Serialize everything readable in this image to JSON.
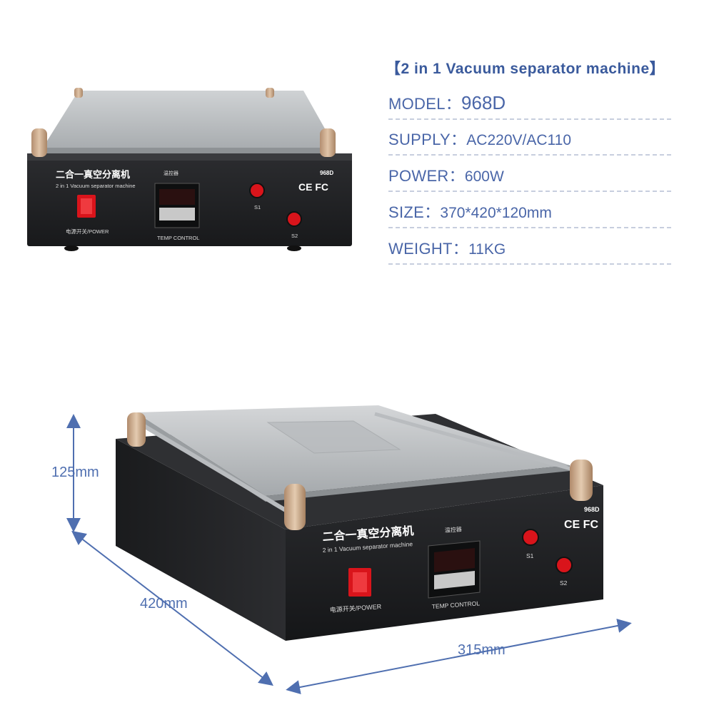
{
  "spec": {
    "title": "【2 in 1 Vacuum separator machine】",
    "rows": [
      {
        "label": "MODEL：",
        "value": "968D"
      },
      {
        "label": "SUPPLY：",
        "value": "AC220V/AC110"
      },
      {
        "label": "POWER：",
        "value": "600W"
      },
      {
        "label": "SIZE：",
        "value": "370*420*120mm"
      },
      {
        "label": "WEIGHT：",
        "value": "11KG"
      }
    ]
  },
  "machine": {
    "name_cn": "二合一真空分离机",
    "name_en": "2 in 1 Vacuum separator machine",
    "temp_cn": "温控器",
    "model": "968D",
    "certs": "CE FC",
    "power_label": "电源开关/POWER",
    "temp_label": "TEMP CONTROL",
    "s1": "S1",
    "s2": "S2"
  },
  "dimensions": {
    "height": "125mm",
    "depth": "420mm",
    "width": "315mm"
  },
  "colors": {
    "accent": "#4a66a8",
    "body": "#1e1f22",
    "button_red": "#d9141b",
    "plate": "#c9ccce",
    "rail": "#c9a88a"
  }
}
